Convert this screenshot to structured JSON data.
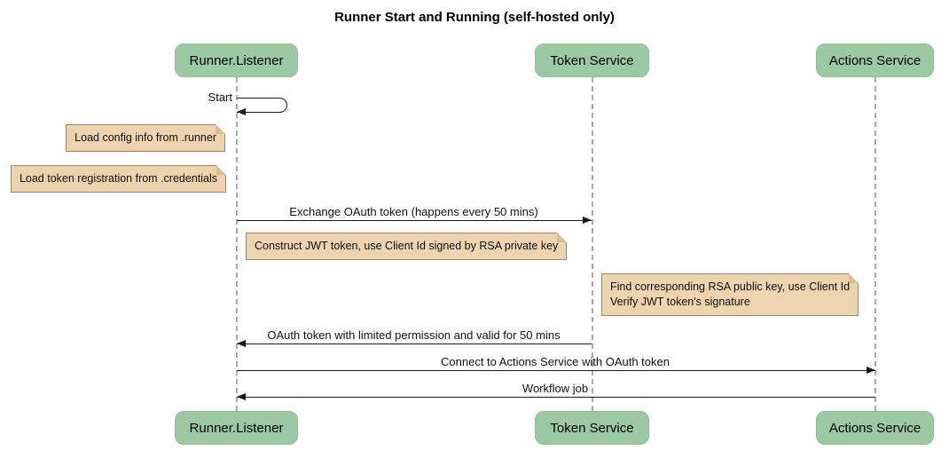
{
  "title": "Runner Start and Running (self-hosted only)",
  "participants": [
    {
      "name": "Runner.Listener"
    },
    {
      "name": "Token Service"
    },
    {
      "name": "Actions Service"
    }
  ],
  "messages": {
    "start": "Start",
    "exchange": "Exchange OAuth token (happens every 50 mins)",
    "oauth_return": "OAuth token with limited permission and valid for 50 mins",
    "connect": "Connect to Actions Service with OAuth token",
    "workflow": "Workflow job"
  },
  "notes": {
    "config": "Load config info from .runner",
    "credentials": "Load token registration from .credentials",
    "jwt": "Construct JWT token, use Client Id signed by RSA private key",
    "verify_line1": "Find corresponding RSA public key, use Client Id",
    "verify_line2": "Verify JWT token's signature"
  },
  "colors": {
    "participant_fill": "#9CC9A4",
    "participant_border": "#8CBE96",
    "note_fill": "#EED3B1",
    "note_border": "#99876B",
    "note_fold": "#DCBD93",
    "line": "#181818",
    "lifeline": "#AAAAAA",
    "background": "#FFFFFF"
  }
}
